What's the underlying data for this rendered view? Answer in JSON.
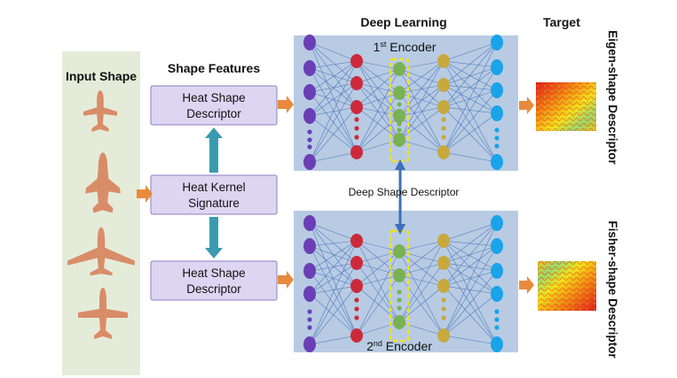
{
  "headers": {
    "input_shape": "Input Shape",
    "shape_features": "Shape Features",
    "deep_learning": "Deep Learning",
    "target": "Target"
  },
  "feature_boxes": {
    "top_descriptor": [
      "Heat Shape",
      "Descriptor"
    ],
    "heat_kernel": [
      "Heat Kernel",
      "Signature"
    ],
    "bottom_descriptor": [
      "Heat Shape",
      "Descriptor"
    ]
  },
  "encoders": {
    "first": {
      "prefix": "1",
      "sup": "st",
      "suffix": " Encoder"
    },
    "second": {
      "prefix": "2",
      "sup": "nd",
      "suffix": " Encoder"
    }
  },
  "deep_shape_descriptor": "Deep Shape Descriptor",
  "side_labels": {
    "eigen": "Eigen-shape Descriptor",
    "fisher": "Fisher-shape Descriptor"
  },
  "colors": {
    "input_panel": "#e4ecd9",
    "feature_box_fill": "#ddd6f2",
    "feature_box_stroke": "#8a7fc2",
    "network_panel": "#b8cbe3",
    "layer1": "#6a3fb5",
    "layer2": "#cc2a3a",
    "layer3": "#7ab153",
    "layer4": "#c7a93d",
    "layer5": "#1aa3e8",
    "connection": "#3f6fb8",
    "orange_arrow": "#e88a3c",
    "teal_arrow": "#3a9bb0",
    "highlight": "#f5e400",
    "airplane": "#d98c68"
  }
}
